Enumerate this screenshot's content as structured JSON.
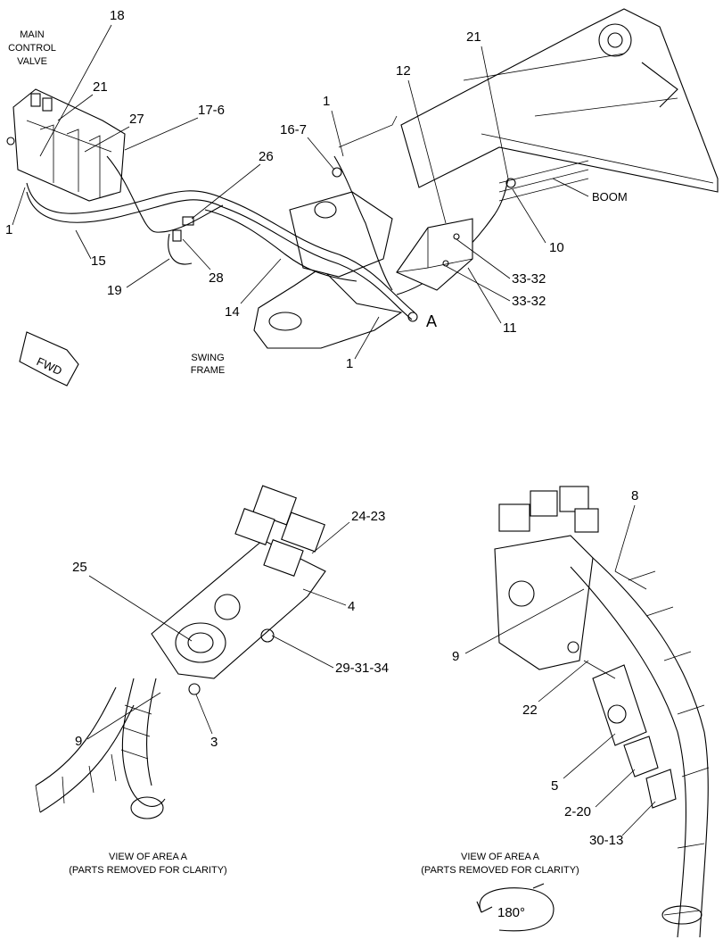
{
  "labels": {
    "main_control_valve": [
      "MAIN",
      "CONTROL",
      "VALVE"
    ],
    "swing_frame": [
      "SWING",
      "FRAME"
    ],
    "boom": "BOOM",
    "fwd": "FWD",
    "area_a": "A",
    "rotation": "180°"
  },
  "captions": {
    "left": [
      "VIEW OF AREA  A",
      "(PARTS REMOVED FOR CLARITY)"
    ],
    "right": [
      "VIEW OF AREA  A",
      "(PARTS REMOVED FOR CLARITY)"
    ]
  },
  "callouts": {
    "top": [
      "18",
      "21",
      "27",
      "17-6",
      "1",
      "15",
      "26",
      "28",
      "19",
      "14",
      "16-7",
      "1",
      "12",
      "21",
      "10",
      "33-32",
      "33-32",
      "11",
      "1",
      "BOOM"
    ],
    "bottom_left": [
      "24-23",
      "25",
      "4",
      "29-31-34",
      "9",
      "3"
    ],
    "bottom_right": [
      "8",
      "9",
      "22",
      "5",
      "2-20",
      "30-13"
    ]
  }
}
